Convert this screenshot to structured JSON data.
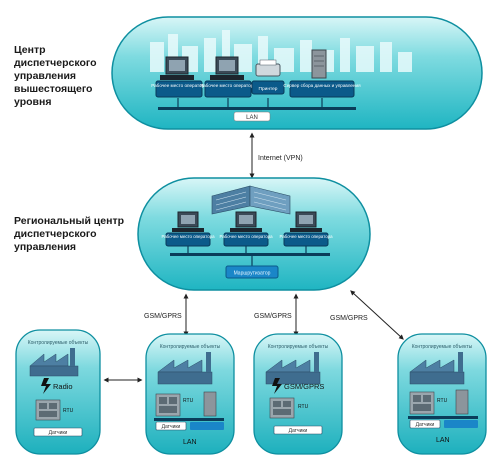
{
  "labels": {
    "top_center": "Центр\nдиспетчерского\nуправления\nвышестоящего\nуровня",
    "regional_center": "Региональный центр\nдиспетчерского\nуправления"
  },
  "top_node": {
    "stations": [
      "Рабочее место оператора",
      "Рабочее место оператора",
      "Принтер",
      "Сервер сбора данных и управления"
    ],
    "lan": "LAN"
  },
  "regional_node": {
    "stations": [
      "Рабочее место оператора",
      "Рабочее место оператора",
      "Рабочее место оператора"
    ],
    "router": "Маршрутизатор"
  },
  "links": {
    "vpn": "Internet (VPN)",
    "gsm_left": "GSM/GPRS",
    "gsm_mid": "GSM/GPRS",
    "gsm_right": "GSM/GPRS"
  },
  "objects": [
    {
      "title": "Контролируемые объекты",
      "comm": "Radio",
      "rtu": "RTU",
      "sensors": "Датчики"
    },
    {
      "title": "Контролируемые объекты",
      "rtu": "RTU",
      "sensors": "Датчики",
      "lan": "LAN"
    },
    {
      "title": "Контролируемые объекты",
      "comm": "GSM/GPRS",
      "rtu": "RTU",
      "sensors": "Датчики"
    },
    {
      "title": "Контролируемые объекты",
      "rtu": "RTU",
      "sensors": "Датчики",
      "lan": "LAN"
    }
  ],
  "colors": {
    "node_fill": "#26c2cc",
    "node_light": "#b9eef0",
    "node_edge": "#0e8fa0",
    "bus": "#0a3d5a",
    "button": "#0b5a8a"
  }
}
